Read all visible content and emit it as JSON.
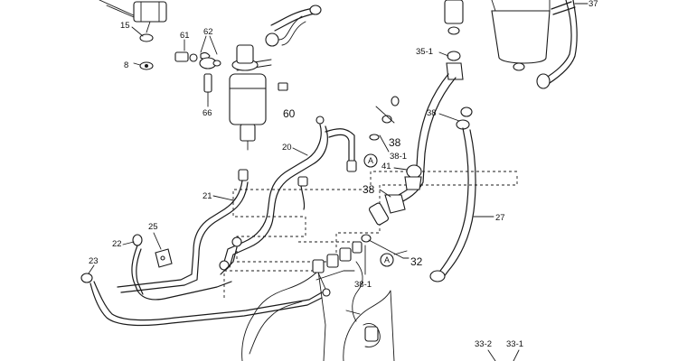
{
  "labels": {
    "l15": "15",
    "l8": "8",
    "l61": "61",
    "l62": "62",
    "l66": "66",
    "l60": "60",
    "l37": "37",
    "l35_1": "35-1",
    "l38a": "38",
    "l38b": "38",
    "l38_1a": "38-1",
    "l41": "41",
    "l38c": "38",
    "l27": "27",
    "l20": "20",
    "l21": "21",
    "l25": "25",
    "l22": "22",
    "l23": "23",
    "l32": "32",
    "l38_1b": "38-1",
    "l33_2": "33-2",
    "l33_1": "33-1"
  },
  "callouts": {
    "a_upper": "A",
    "a_lower": "A"
  }
}
